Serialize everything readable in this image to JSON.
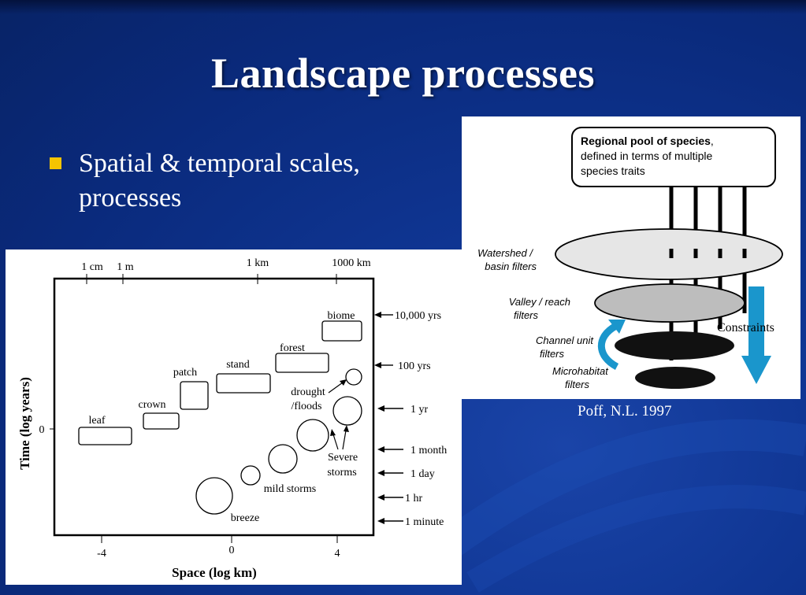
{
  "slide": {
    "title": "Landscape processes",
    "bullet": "Spatial & temporal scales, processes",
    "citation": "Poff, N.L. 1997",
    "colors": {
      "background": "#0f3592",
      "bullet": "#f5c400",
      "arrow": "#1a96cc"
    }
  },
  "scale_diagram": {
    "top_axis_ticks": [
      "1 cm",
      "1 m",
      "1 km",
      "1000 km"
    ],
    "right_time_labels": [
      "10,000 yrs",
      "100 yrs",
      "1 yr",
      "1 month",
      "1 day",
      "1 hr",
      "1 minute"
    ],
    "y_zero": "0",
    "x_ticks": [
      "-4",
      "0",
      "4"
    ],
    "x_label": "Space (log km)",
    "y_label": "Time (log years)",
    "boxes": [
      "leaf",
      "crown",
      "patch",
      "stand",
      "forest",
      "biome"
    ],
    "events": [
      "drought",
      "/floods",
      "Severe",
      "storms",
      "mild storms",
      "breeze"
    ]
  },
  "filter_diagram": {
    "pool_title": "Regional pool of species",
    "pool_text_1": ", defined in terms of multiple",
    "pool_text_2": "species traits",
    "layers": [
      "Watershed  /",
      "basin filters",
      "Valley / reach",
      "filters",
      "Channel unit",
      "filters",
      "Microhabitat",
      "filters"
    ],
    "constraints": "Constraints"
  }
}
